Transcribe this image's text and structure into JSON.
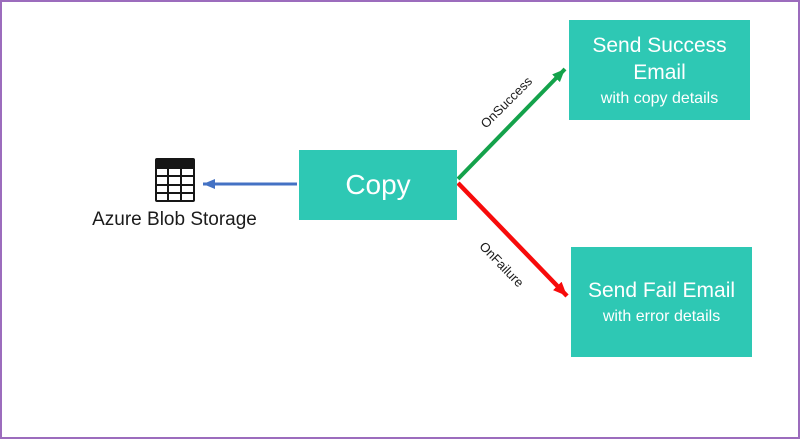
{
  "diagram": {
    "source": {
      "label": "Azure Blob Storage",
      "icon": "table-icon"
    },
    "copy": {
      "label": "Copy"
    },
    "success": {
      "title": "Send Success Email",
      "subtitle": "with copy details"
    },
    "fail": {
      "title": "Send Fail Email",
      "subtitle": "with error details"
    },
    "edges": {
      "on_success": "OnSuccess",
      "on_failure": "OnFailure"
    }
  },
  "colors": {
    "activity_fill": "#2ec8b4",
    "activity_text": "#ffffff",
    "success_arrow": "#14a24b",
    "failure_arrow": "#f70b0b",
    "dataset_arrow": "#4472c4",
    "label_text": "#1b1b1b",
    "canvas_border": "#9c6cbd",
    "canvas_bg": "#ffffff"
  }
}
